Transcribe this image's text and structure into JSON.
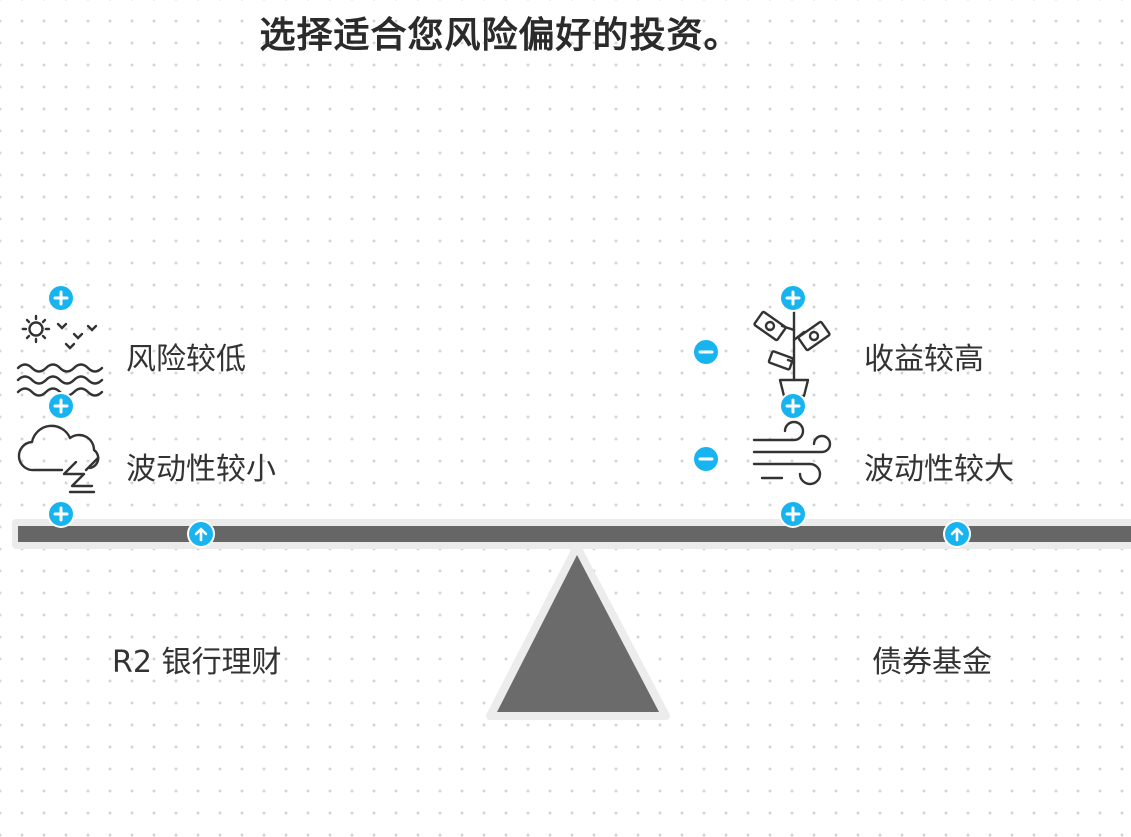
{
  "title": "选择适合您风险偏好的投资。",
  "left": {
    "attributes": [
      {
        "label": "风险较低",
        "icon": "sun-waves-icon"
      },
      {
        "label": "波动性较小",
        "icon": "cloud-wind-icon"
      }
    ],
    "product": "R2 银行理财"
  },
  "right": {
    "attributes": [
      {
        "label": "收益较高",
        "icon": "money-plant-icon"
      },
      {
        "label": "波动性较大",
        "icon": "strong-wind-icon"
      }
    ],
    "product": "债券基金"
  },
  "colors": {
    "accent": "#17b4f0",
    "beam": "#666666",
    "fulcrum": "#6b6b6b",
    "outline": "#e5e5e5"
  }
}
